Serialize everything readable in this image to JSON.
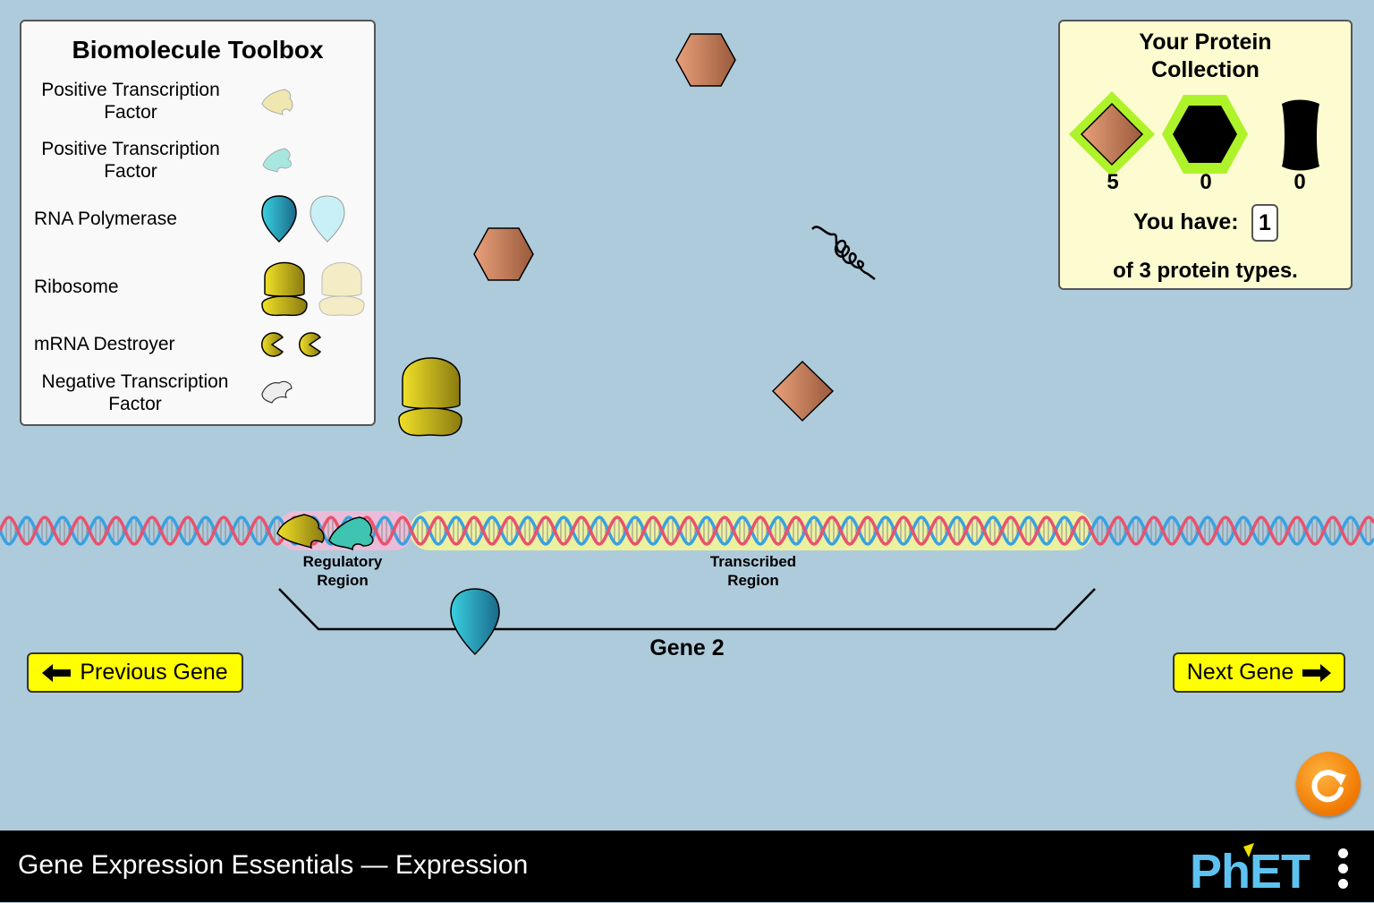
{
  "colors": {
    "background": "#aecbdc",
    "toolbox_bg": "#f9f9f9",
    "collection_bg": "#fdfbd0",
    "button_yellow": "#ffff00",
    "reset_orange": "#f28c00",
    "dna_red": "#e8526e",
    "dna_blue": "#3aa1e0",
    "regulatory_highlight": "#ffb7d5",
    "transcribed_highlight": "#f3f59a",
    "phet_blue": "#5dc2f0",
    "phet_yellow": "#f0e000"
  },
  "toolbox": {
    "title": "Biomolecule Toolbox",
    "items": [
      {
        "label": "Positive Transcription Factor",
        "line1": "Positive Transcription",
        "line2": "Factor",
        "icon": "positive-transcription-factor-yellow-icon"
      },
      {
        "label": "Positive Transcription Factor",
        "line1": "Positive Transcription",
        "line2": "Factor",
        "icon": "positive-transcription-factor-teal-icon"
      },
      {
        "label": "RNA Polymerase",
        "icon": "rna-polymerase-icon"
      },
      {
        "label": "Ribosome",
        "icon": "ribosome-icon"
      },
      {
        "label": "mRNA Destroyer",
        "icon": "mrna-destroyer-icon"
      },
      {
        "label": "Negative Transcription Factor",
        "line1": "Negative Transcription",
        "line2": "Factor",
        "icon": "negative-transcription-factor-icon"
      }
    ]
  },
  "collection": {
    "title_line1": "Your Protein",
    "title_line2": "Collection",
    "proteins": [
      {
        "shape": "diamond",
        "count": "5",
        "collected": true
      },
      {
        "shape": "hexagon",
        "count": "0",
        "collected": false
      },
      {
        "shape": "barrel",
        "count": "0",
        "collected": false
      }
    ],
    "you_have_label": "You have:",
    "you_have_value": "1",
    "types_text": "of 3 protein types."
  },
  "dna": {
    "regulatory_line1": "Regulatory",
    "regulatory_line2": "Region",
    "transcribed_line1": "Transcribed",
    "transcribed_line2": "Region",
    "gene_label": "Gene 2"
  },
  "buttons": {
    "previous": "Previous Gene",
    "next": "Next Gene"
  },
  "navbar": {
    "title": "Gene Expression Essentials — Expression",
    "logo_text": "PhET"
  }
}
